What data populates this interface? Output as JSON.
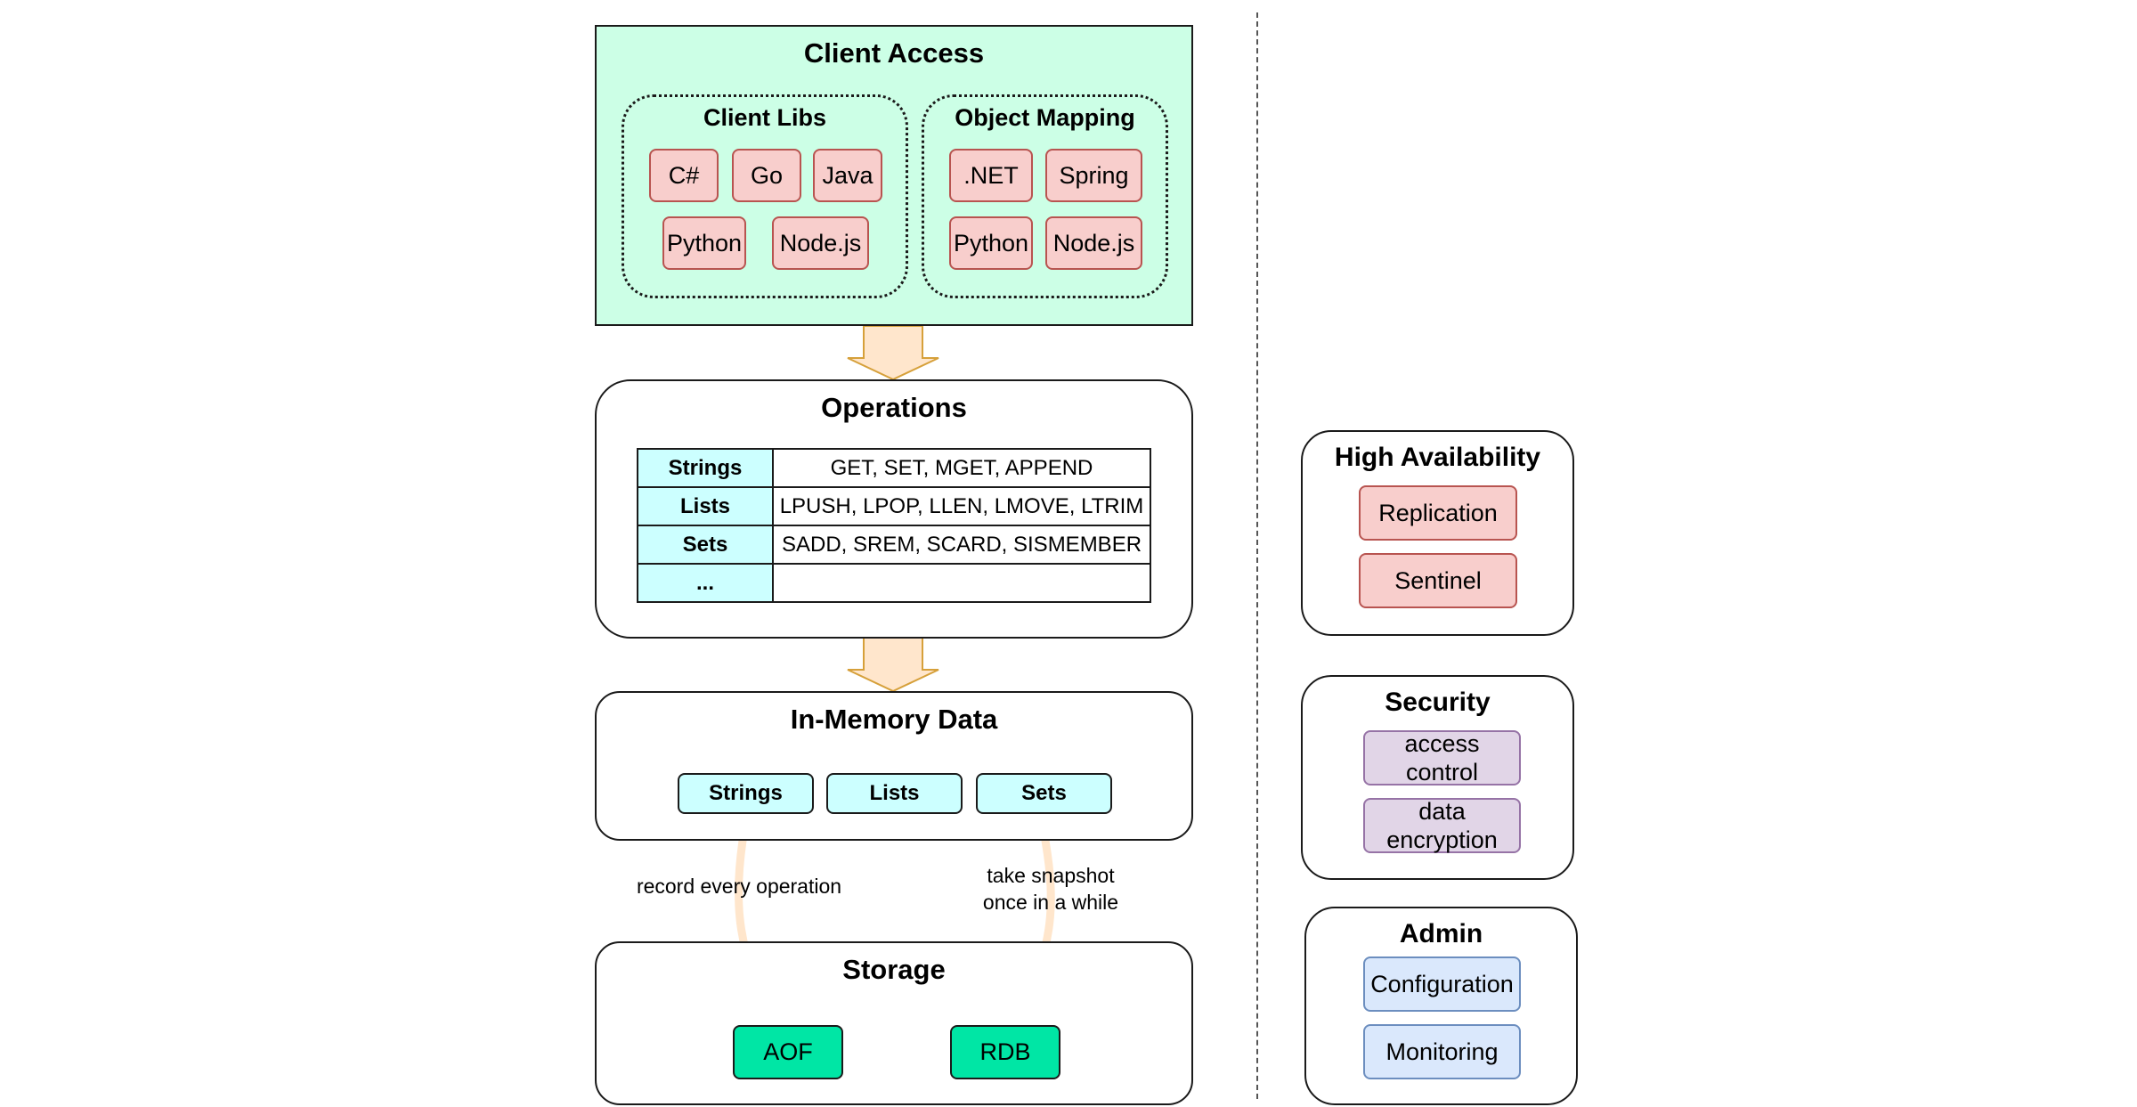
{
  "client_access": {
    "title": "Client Access",
    "client_libs": {
      "title": "Client Libs",
      "items": [
        "C#",
        "Go",
        "Java",
        "Python",
        "Node.js"
      ]
    },
    "object_mapping": {
      "title": "Object Mapping",
      "items": [
        ".NET",
        "Spring",
        "Python",
        "Node.js"
      ]
    }
  },
  "operations": {
    "title": "Operations",
    "rows": [
      {
        "key": "Strings",
        "value": "GET, SET, MGET, APPEND"
      },
      {
        "key": "Lists",
        "value": "LPUSH, LPOP, LLEN, LMOVE, LTRIM"
      },
      {
        "key": "Sets",
        "value": "SADD, SREM, SCARD, SISMEMBER"
      },
      {
        "key": "...",
        "value": ""
      }
    ]
  },
  "in_memory": {
    "title": "In-Memory Data",
    "items": [
      "Strings",
      "Lists",
      "Sets"
    ]
  },
  "flows": {
    "aof_label": "record every operation",
    "rdb_label_line1": "take snapshot",
    "rdb_label_line2": "once in a while"
  },
  "storage": {
    "title": "Storage",
    "items": [
      "AOF",
      "RDB"
    ]
  },
  "high_availability": {
    "title": "High Availability",
    "items": [
      "Replication",
      "Sentinel"
    ]
  },
  "security": {
    "title": "Security",
    "items": [
      [
        "access",
        "control"
      ],
      [
        "data",
        "encryption"
      ]
    ]
  },
  "admin": {
    "title": "Admin",
    "items": [
      "Configuration",
      "Monitoring"
    ]
  },
  "colors": {
    "client_access_fill": "#ccffe6",
    "chip_pink": "#f8cecc",
    "chip_purple": "#e1d5e7",
    "chip_blue": "#dae8fc",
    "storage_green": "#00e6a5",
    "type_cyan": "#ccffff",
    "arrow_fill": "#ffe6cc",
    "arrow_stroke": "#d6a03a"
  }
}
